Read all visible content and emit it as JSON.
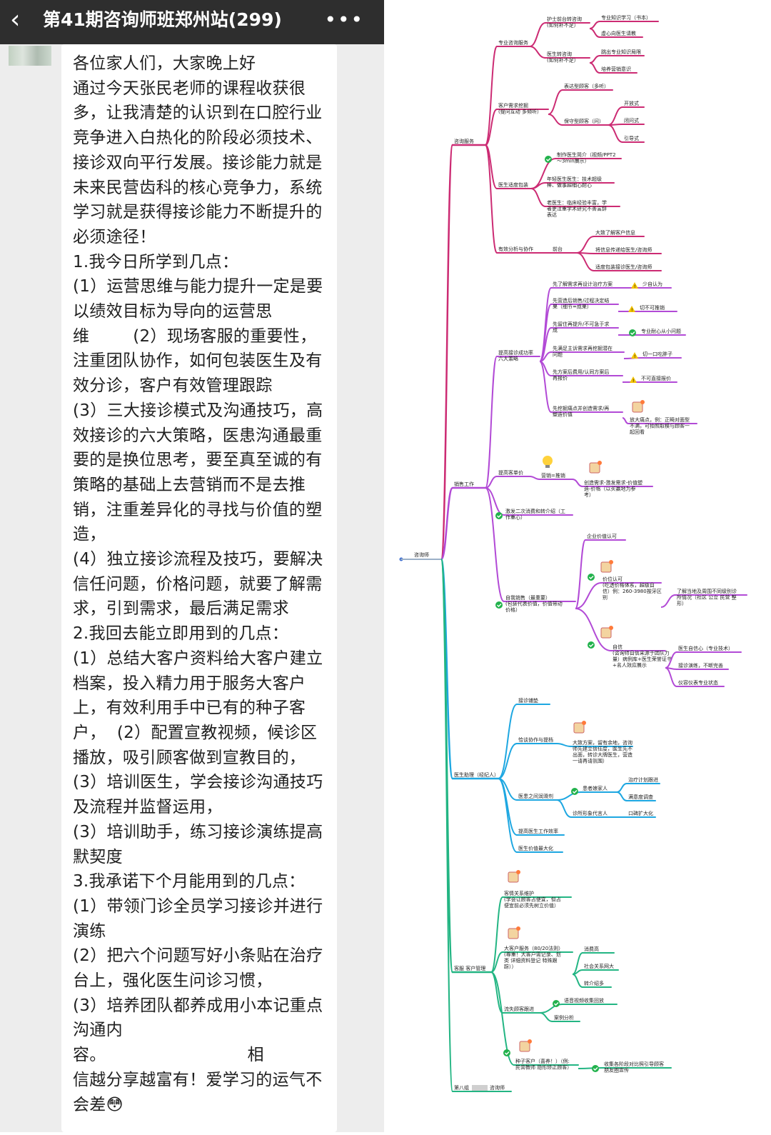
{
  "header": {
    "back_icon": "chevron-left-icon",
    "title": "第41期咨询师班郑州站(299)",
    "more_icon": "more-dots-icon"
  },
  "message": {
    "lines": [
      "各位家人们，大家晚上好",
      "通过今天张民老师的课程收获很",
      "多，让我清楚的认识到在口腔行业",
      "竞争进入白热化的阶段必须技术、",
      "接诊双向平行发展。接诊能力就是",
      "未来民营齿科的核心竞争力，系统",
      "学习就是获得接诊能力不断提升的",
      "必须途径！",
      "1.我今日所学到几点：",
      "(1）运营思维与能力提升一定是要",
      "以绩效目标为导向的运营思",
      "维        (2）现场客服的重要性，",
      "注重团队协作，如何包装医生及有",
      "效分诊，客户有效管理跟踪",
      "(3）三大接诊模式及沟通技巧，高",
      "效接诊的六大策略，医患沟通最重",
      "要的是换位思考，要至真至诚的有",
      "策略的基础上去营销而不是去推",
      "销，注重差异化的寻找与价值的塑",
      "造，",
      "(4）独立接诊流程及技巧，要解决",
      "信任问题，价格问题，就要了解需",
      "求，引到需求，最后满足需求",
      "2.我回去能立即用到的几点：",
      "(1）总结大客户资料给大客户建立",
      "档案，投入精力用于服务大客户",
      "上，有效利用手中已有的种子客",
      "户，  (2）配置宣教视频，候诊区",
      "播放，吸引顾客做到宣教目的，",
      "(3）培训医生，学会接诊沟通技巧",
      "及流程并监督运用，",
      "(3）培训助手，练习接诊演练提高",
      "默契度",
      "3.我承诺下个月能用到的几点：",
      "(1）带领门诊全员学习接诊并进行",
      "演练",
      "(2）把六个问题写好小条贴在治疗",
      "台上，强化医生问诊习惯，",
      "(3）培养团队都养成用小本记重点",
      "沟通内",
      "容。                          相",
      "信越分享越富有！爱学习的运气不",
      "会差"
    ],
    "emoji": "😳"
  },
  "mindmap": {
    "root": "咨询师",
    "colors": {
      "pink": "#cc2b73",
      "purple": "#b24ad6",
      "blue": "#1ea7e1",
      "green": "#23b583",
      "check": "#22b24c",
      "warn": "#f2c200"
    },
    "icons": [
      "check-icon",
      "warning-icon",
      "lightbulb-icon",
      "thumbs-up-icon"
    ],
    "consult": {
      "label": "咨询服务",
      "pro": "专业咨询服务",
      "nurse": "护士前台转咨询\n(如何补不足）",
      "nurse_a": "专业知识学习（书本）",
      "nurse_b": "虚心向医生请教",
      "doctor": "医生转咨询\n(如何补不足）",
      "doctor_a": "跳出专业知识局限",
      "doctor_b": "培养营销意识",
      "dig": "客户需求挖掘\n(提问互动 多倾听）",
      "dig_a": "表达型顾客（多听）",
      "dig_b": "保守型顾客（问）",
      "q1": "开放式",
      "q2": "闭问式",
      "q3": "引导式",
      "pack": "医生适度包装",
      "pack_a": "制作医生简介（视频/PPT2\n～3min展示）",
      "pack_b": "年轻医生医生：技术超级\n棒、做事超细心耐心",
      "pack_c": "老医生：临床经验丰富，学\n者更注重学术研究不善言辞\n表达",
      "analysis": "有效分析与协作",
      "front": "前台",
      "front_a": "大致了解客户信息",
      "front_b": "将信息传递给医生/咨询师",
      "front_c": "适度包装接诊医生/咨询师"
    },
    "sales": {
      "label": "销售工作",
      "six": "提高接诊成功率\n六大策略",
      "s1": "先了解需求再设计治疗方案",
      "s1n": "少自认为",
      "s2": "先营造后销售/过程决定结\n果（细节=成果）",
      "s2n": "切不可推销",
      "s3": "先留住再提升/不可急于求\n成",
      "s3n": "专业耐心从小问题",
      "s4": "先满足主诉需求再挖掘潜在\n问题",
      "s4n": "切一口吃胖子",
      "s5": "先方案后费用/认同方案后\n再报价",
      "s5n": "不可直接报价",
      "s6": "先挖掘痛点并创造需求/再\n塑造价值",
      "s6n": "放大痛点，例：正畸对面型\n不满，可拍照取模与顾客一\n起回看",
      "unit": "提高客单价",
      "unit_a": "营销=推销",
      "unit_b": "创造需求-激发需求-价值塑\n造-价格（以买赢地为参\n考）",
      "second": "激发二次消费和转介绍（工\n作重心）",
      "self": "自我销售（最重要）\n(包装代表价值，价值带动\n价格）",
      "self_a": "企业价值认可",
      "self_b": "价位认可\n(吃透价格体系，超级自\n信）例：260-3980按牙区\n别",
      "self_b1": "了解当地及周围不同级别诊\n所情况（社区 公立 民营 整\n形）",
      "self_c": "自信\n(咨询师自信来源于团队力\n量）病例库+医生荣誉证书\n+名人效应展示",
      "self_c1": "医生自信心（专业技术）",
      "self_c2": "接诊演练，不断完善",
      "self_c3": "仪容仪表专业状态"
    },
    "assistant": {
      "label": "医生助理（经纪人）",
      "a1": "接诊铺垫",
      "a2": "恰谈协作与提档",
      "a2n": "大致方案，留有余地，咨询\n师先建立信任度，医生先不\n出面，转诊大牌医生，营造\n一请再请氛围）",
      "a3": "医患之间润滑剂",
      "a3a": "患者娘家人",
      "a3a1": "治疗计划跟进",
      "a3a2": "满意度调查",
      "a3b": "诊所形象代言人",
      "a3b1": "口碑扩大化",
      "a4": "提高医生工作效率",
      "a5": "医生价值最大化"
    },
    "service": {
      "label": "客服 客户管理",
      "c1": "客情关系维护\n(学会让顾客占便宜，但占\n便宜前必须先树立价值）",
      "c2": "大客户服务（80/20法则）\n(尊重！大客户需记录、划\n类 详细资料登记 特殊跟\n踪））",
      "c2a": "消费高",
      "c2b": "社会关系网大",
      "c2c": "转介绍多",
      "c3": "流失顾客跟进",
      "c3a": "语音视频收集回放",
      "c3b": "案例分析",
      "c4": "种子客户（喜养！）（例:\n民营教师 隐形矫正顾客）",
      "c4a": "收集各阶段对比照引导顾客\n朋友圈宣传"
    },
    "footer": {
      "left": "第八组",
      "right": "咨询师"
    }
  }
}
